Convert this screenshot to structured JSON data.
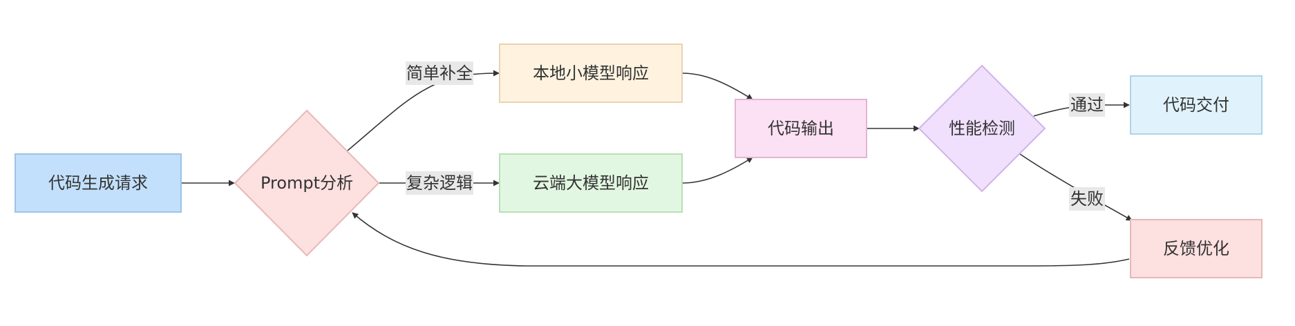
{
  "nodes": {
    "request": {
      "label": "代码生成请求",
      "shape": "rect",
      "fill": "#c2e0fb",
      "stroke": "#9dc3e6"
    },
    "analysis": {
      "label": "Prompt分析",
      "shape": "diamond",
      "fill": "#fde0e0",
      "stroke": "#e6b8b8"
    },
    "local": {
      "label": "本地小模型响应",
      "shape": "rect",
      "fill": "#fff3e0",
      "stroke": "#e6d3b3"
    },
    "cloud": {
      "label": "云端大模型响应",
      "shape": "rect",
      "fill": "#e2f7e1",
      "stroke": "#b9dfb6"
    },
    "output": {
      "label": "代码输出",
      "shape": "rect",
      "fill": "#fce1f4",
      "stroke": "#e3b4d4"
    },
    "check": {
      "label": "性能检测",
      "shape": "diamond",
      "fill": "#f0e0fd",
      "stroke": "#cfb3e6"
    },
    "deliver": {
      "label": "代码交付",
      "shape": "rect",
      "fill": "#e0f3fc",
      "stroke": "#b0d3e6"
    },
    "feedback": {
      "label": "反馈优化",
      "shape": "rect",
      "fill": "#fde0e0",
      "stroke": "#e6b8b8"
    }
  },
  "edges": {
    "simple": {
      "label": "简单补全"
    },
    "complex": {
      "label": "复杂逻辑"
    },
    "pass": {
      "label": "通过"
    },
    "fail": {
      "label": "失败"
    }
  }
}
